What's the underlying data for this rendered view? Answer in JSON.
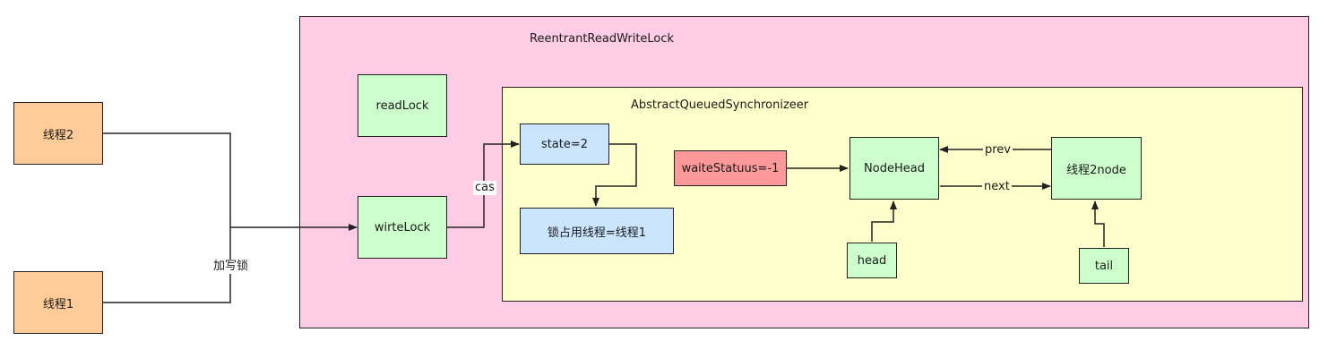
{
  "threads": {
    "thread2": "线程2",
    "thread1": "线程1"
  },
  "edge_labels": {
    "acquire_write_lock": "加写锁",
    "cas": "cas",
    "prev": "prev",
    "next": "next"
  },
  "rrwl": {
    "title": "ReentrantReadWriteLock",
    "read_lock": "readLock",
    "write_lock": "wirteLock"
  },
  "aqs": {
    "title": "AbstractQueuedSynchronizeer",
    "state": "state=2",
    "owner": "锁占用线程=线程1",
    "wait_status": "waiteStatuus=-1",
    "node_head": "NodeHead",
    "thread2_node": "线程2node",
    "head": "head",
    "tail": "tail"
  },
  "colors": {
    "thread": "#ffcc99",
    "lock_container": "#ffcce6",
    "aqs_container": "#ffffcc",
    "node": "#ccffcc",
    "state": "#cce5ff",
    "wait_status": "#ff9999"
  }
}
